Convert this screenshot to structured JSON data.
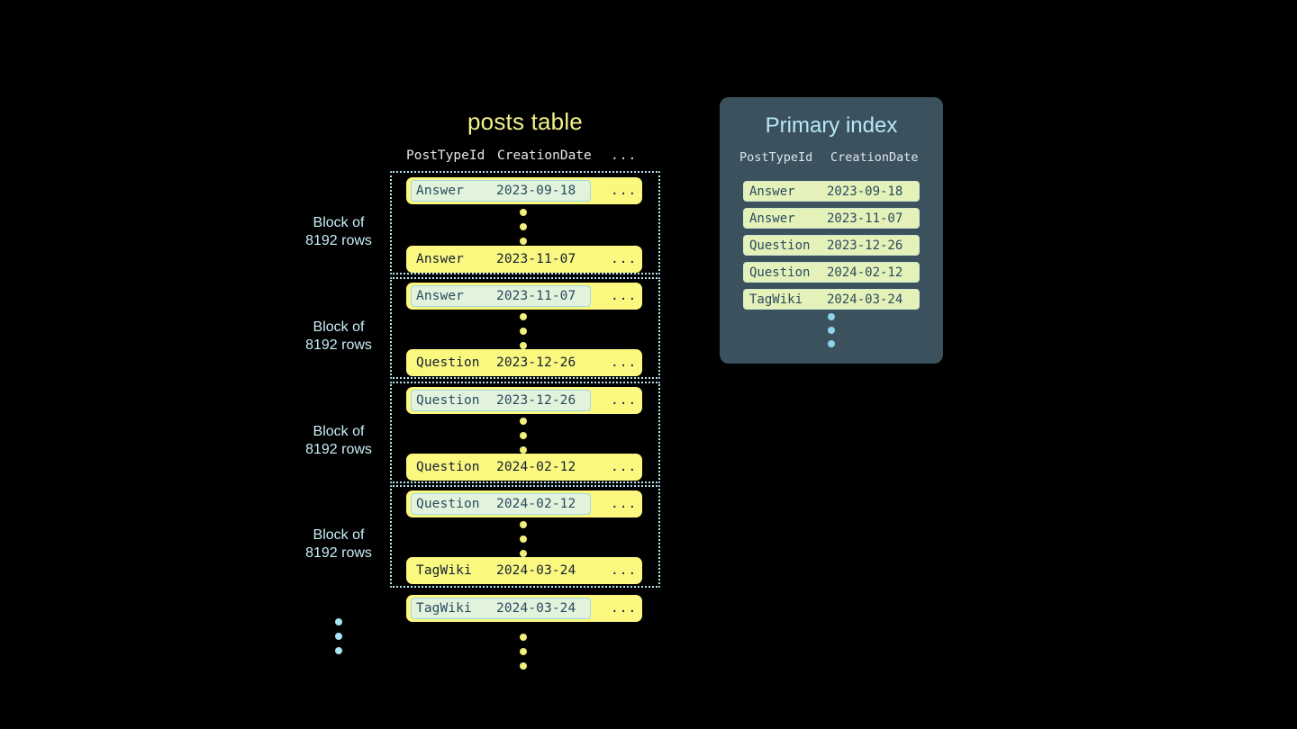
{
  "background_color": "#000000",
  "posts_table": {
    "title": "posts table",
    "columns": [
      "PostTypeId",
      "CreationDate",
      "..."
    ],
    "ellipsis_cell": "...",
    "blocks": [
      {
        "label_line1": "Block of",
        "label_line2": "8192 rows",
        "first_row": {
          "type": "Answer",
          "date": "2023-09-18",
          "highlighted": true
        },
        "last_row": {
          "type": "Answer",
          "date": "2023-11-07",
          "highlighted": false
        }
      },
      {
        "label_line1": "Block of",
        "label_line2": "8192 rows",
        "first_row": {
          "type": "Answer",
          "date": "2023-11-07",
          "highlighted": true
        },
        "last_row": {
          "type": "Question",
          "date": "2023-12-26",
          "highlighted": false
        }
      },
      {
        "label_line1": "Block of",
        "label_line2": "8192 rows",
        "first_row": {
          "type": "Question",
          "date": "2023-12-26",
          "highlighted": true
        },
        "last_row": {
          "type": "Question",
          "date": "2024-02-12",
          "highlighted": false
        }
      },
      {
        "label_line1": "Block of",
        "label_line2": "8192 rows",
        "first_row": {
          "type": "Question",
          "date": "2024-02-12",
          "highlighted": true
        },
        "last_row": {
          "type": "TagWiki",
          "date": "2024-03-24",
          "highlighted": false
        }
      }
    ],
    "trailing_row": {
      "type": "TagWiki",
      "date": "2024-03-24",
      "highlighted": true
    }
  },
  "primary_index": {
    "title": "Primary index",
    "columns": [
      "PostTypeId",
      "CreationDate"
    ],
    "rows": [
      {
        "type": "Answer",
        "date": "2023-09-18"
      },
      {
        "type": "Answer",
        "date": "2023-11-07"
      },
      {
        "type": "Question",
        "date": "2023-12-26"
      },
      {
        "type": "Question",
        "date": "2024-02-12"
      },
      {
        "type": "TagWiki",
        "date": "2024-03-24"
      }
    ]
  },
  "colors": {
    "row_yellow": "#fbf87f",
    "highlight_mint": "#e2f3dd",
    "highlight_border": "#9fd7e8",
    "block_border": "#b6e6f2",
    "title_yellow": "#f2f28a",
    "panel_slate": "#3c515e",
    "panel_title_blue": "#b8e8f7",
    "index_pill": "#e4f2b9",
    "dot_yellow": "#f3ef7a",
    "dot_blue": "#a8e4f5"
  }
}
